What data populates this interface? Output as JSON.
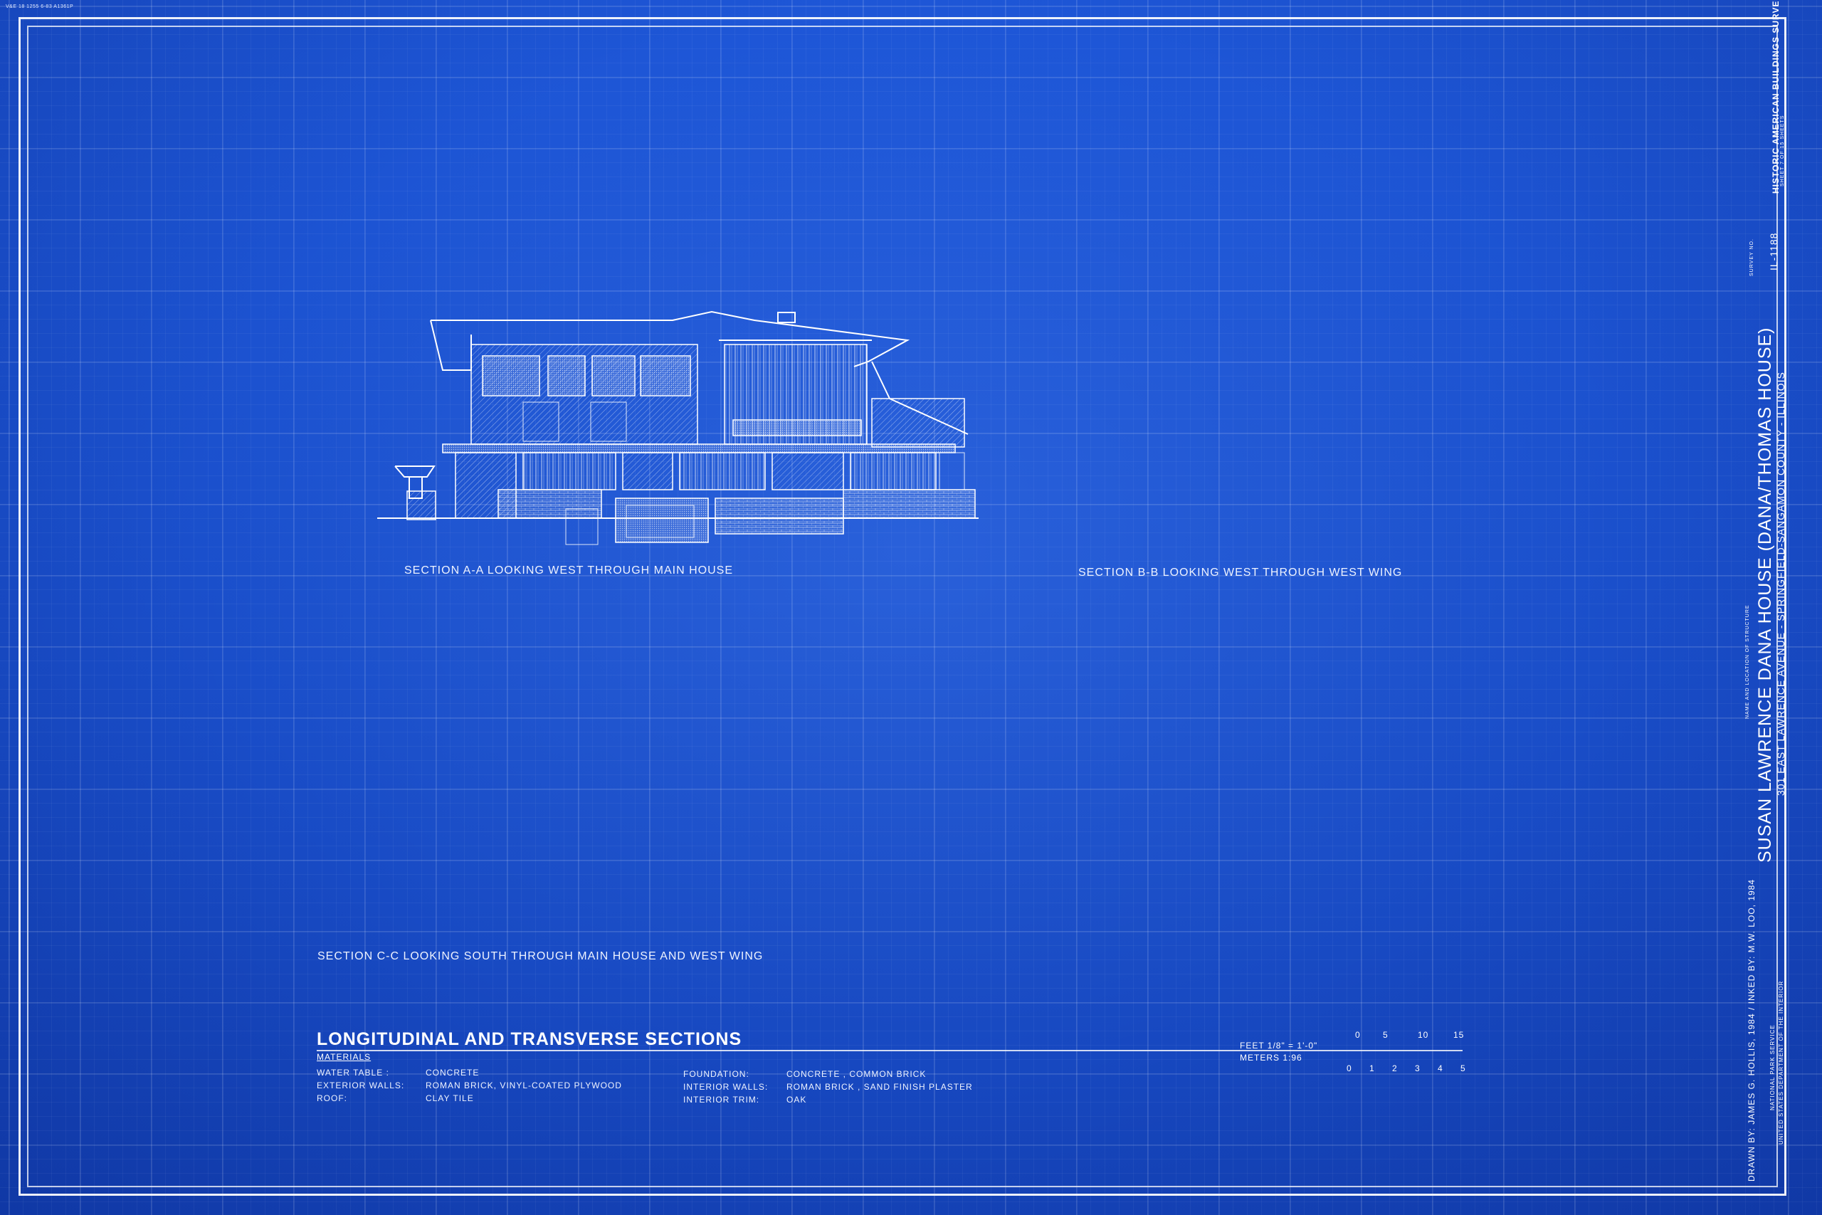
{
  "drawing_code": "V&E 18 1255 6-83 A1361P",
  "sections": [
    {
      "id": "a",
      "caption": "SECTION A-A  LOOKING WEST THROUGH MAIN HOUSE"
    },
    {
      "id": "b",
      "caption": "SECTION B-B  LOOKING WEST THROUGH WEST WING"
    },
    {
      "id": "c",
      "caption": "SECTION C-C  LOOKING SOUTH THROUGH MAIN HOUSE AND WEST WING"
    }
  ],
  "sheet_title": "LONGITUDINAL AND TRANSVERSE SECTIONS",
  "materials": {
    "heading": "MATERIALS",
    "left": [
      {
        "label": "WATER TABLE :",
        "value": "CONCRETE"
      },
      {
        "label": "EXTERIOR WALLS:",
        "value": "ROMAN BRICK, VINYL-COATED PLYWOOD"
      },
      {
        "label": "ROOF:",
        "value": "CLAY TILE"
      }
    ],
    "right": [
      {
        "label": "FOUNDATION:",
        "value": "CONCRETE , COMMON BRICK"
      },
      {
        "label": "INTERIOR WALLS:",
        "value": "ROMAN  BRICK , SAND FINISH PLASTER"
      },
      {
        "label": "INTERIOR TRIM:",
        "value": "OAK"
      }
    ]
  },
  "scale": {
    "feet_label": "FEET  1/8\" = 1'-0\"",
    "meters_label": "METERS  1:96",
    "feet_ticks": [
      "0",
      "5",
      "10",
      "15"
    ],
    "meter_ticks": [
      "0",
      "1",
      "2",
      "3",
      "4",
      "5"
    ]
  },
  "title_block": {
    "survey_header": "HISTORIC AMERICAN BUILDINGS SURVEY",
    "sheet_info": "SHEET 7 OF 15 SHEETS",
    "survey_no_label": "SURVEY NO.",
    "survey_no": "IL-1188",
    "name_label": "NAME AND LOCATION OF STRUCTURE",
    "structure_name": "SUSAN LAWRENCE DANA HOUSE (DANA/THOMAS HOUSE)",
    "location": "301 EAST LAWRENCE AVENUE - SPRINGFIELD-SANGAMON COUNTY - ILLINOIS",
    "drawn_by": "DRAWN BY: JAMES G. HOLLIS, 1984 / INKED BY: M.W. LOO, 1984",
    "agency": "NATIONAL PARK SERVICE",
    "department": "UNITED STATES DEPARTMENT OF THE INTERIOR"
  }
}
